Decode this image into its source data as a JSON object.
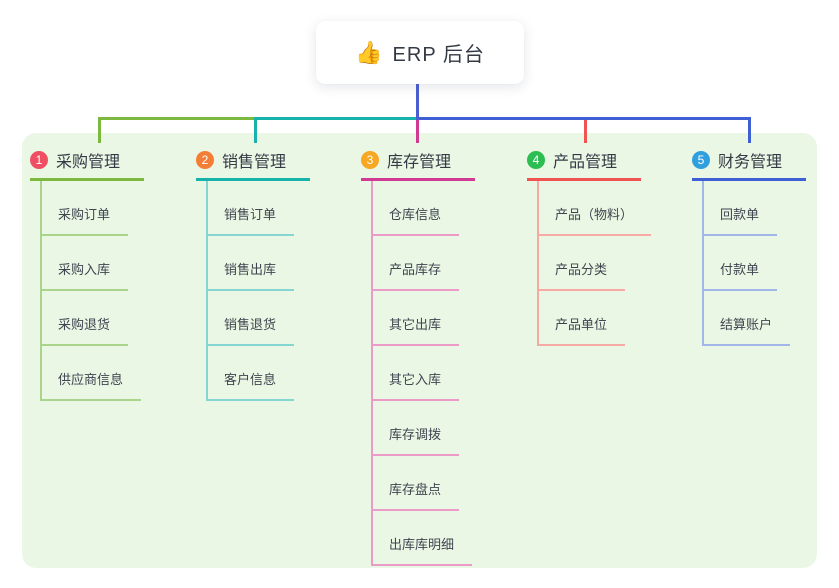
{
  "root": {
    "icon": "thumbs-up",
    "icon_char": "👍",
    "label": "ERP 后台"
  },
  "colors": {
    "page_background": "#ffffff",
    "panel_background": "#eaf7e4",
    "root_connector": "#4a5ed2",
    "root_text": "#333a45",
    "child_text": "#3f4550"
  },
  "branches": [
    {
      "number": "1",
      "label": "采购管理",
      "badge_color": "#ee4f63",
      "line_color": "#7cb93e",
      "child_line_color": "#aad48b",
      "children": [
        "采购订单",
        "采购入库",
        "采购退货",
        "供应商信息"
      ]
    },
    {
      "number": "2",
      "label": "销售管理",
      "badge_color": "#f47e35",
      "line_color": "#17b3ab",
      "child_line_color": "#85d6d0",
      "children": [
        "销售订单",
        "销售出库",
        "销售退货",
        "客户信息"
      ]
    },
    {
      "number": "3",
      "label": "库存管理",
      "badge_color": "#f7a722",
      "line_color": "#d13a92",
      "child_line_color": "#ec9ac8",
      "children": [
        "仓库信息",
        "产品库存",
        "其它出库",
        "其它入库",
        "库存调拨",
        "库存盘点",
        "出库库明细"
      ]
    },
    {
      "number": "4",
      "label": "产品管理",
      "badge_color": "#2cbd53",
      "line_color": "#f05352",
      "child_line_color": "#f8a9a4",
      "children": [
        "产品（物料）",
        "产品分类",
        "产品单位"
      ]
    },
    {
      "number": "5",
      "label": "财务管理",
      "badge_color": "#2f9fdd",
      "line_color": "#3f5fd5",
      "child_line_color": "#a3b6ea",
      "children": [
        "回款单",
        "付款单",
        "结算账户"
      ]
    }
  ]
}
